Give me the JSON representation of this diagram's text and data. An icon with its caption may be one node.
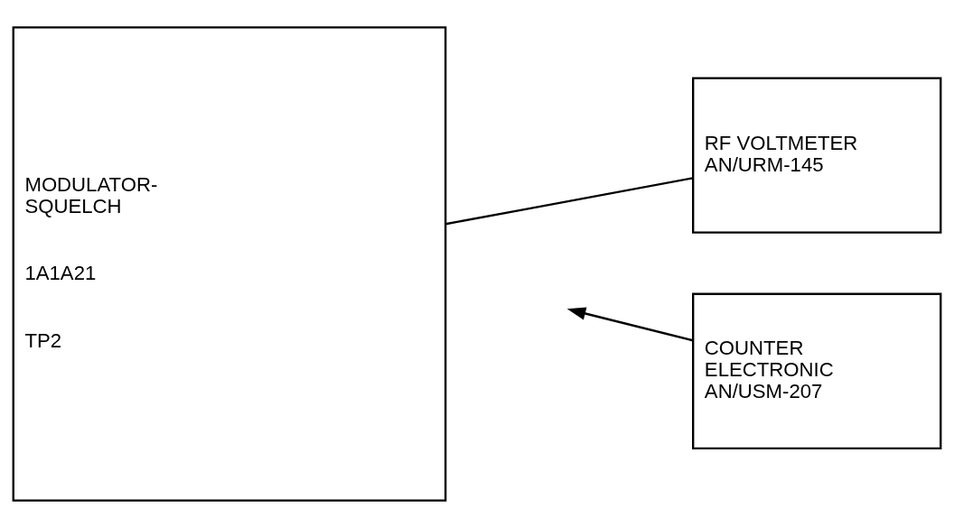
{
  "diagram": {
    "nodes": [
      {
        "text": [
          "MODULATOR- SQUELCH",
          "1A1A21",
          "TP2"
        ]
      },
      {
        "text": [
          "COUNTER ELECTRONIC AN/USM-207"
        ]
      },
      {
        "text": [
          "RF VOLTMETER AN/URM-145"
        ]
      }
    ],
    "edges": [
      {
        "from": 1,
        "to": null,
        "arrow": "to"
      },
      {
        "from": 0,
        "to": 2,
        "arrow": "none"
      }
    ]
  }
}
